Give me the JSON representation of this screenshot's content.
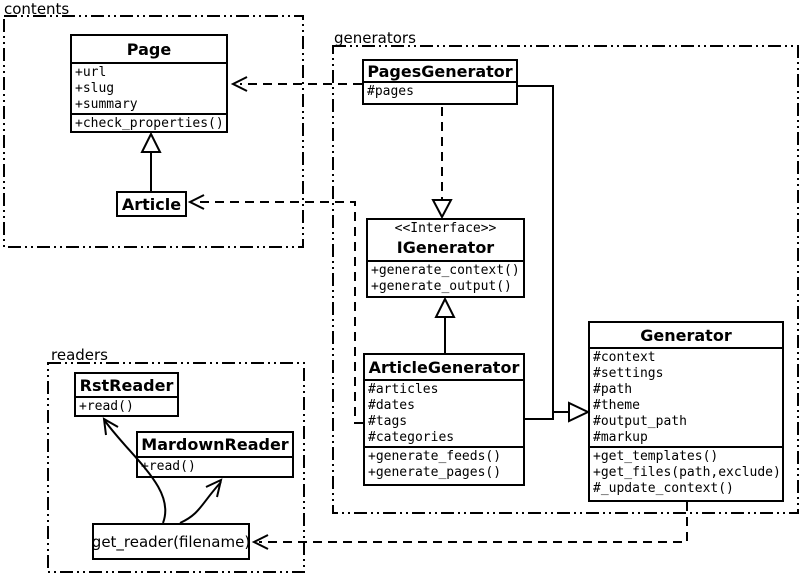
{
  "diagram": {
    "title": "UML class diagram",
    "colors": {
      "line": "#000000",
      "background": "#ffffff"
    },
    "packages": [
      {
        "label": "contents"
      },
      {
        "label": "generators"
      },
      {
        "label": "readers"
      }
    ],
    "classes": {
      "page": {
        "title": "Page",
        "attributes": [
          "+url",
          "+slug",
          "+summary"
        ],
        "methods": [
          "+check_properties()"
        ]
      },
      "article": {
        "title": "Article"
      },
      "pages_generator": {
        "title": "PagesGenerator",
        "attributes": [
          "#pages"
        ]
      },
      "igenerator": {
        "stereotype": "<<Interface>>",
        "title": "IGenerator",
        "methods": [
          "+generate_context()",
          "+generate_output()"
        ]
      },
      "article_generator": {
        "title": "ArticleGenerator",
        "attributes": [
          "#articles",
          "#dates",
          "#tags",
          "#categories"
        ],
        "methods": [
          "+generate_feeds()",
          "+generate_pages()"
        ]
      },
      "generator": {
        "title": "Generator",
        "attributes": [
          "#context",
          "#settings",
          "#path",
          "#theme",
          "#output_path",
          "#markup"
        ],
        "methods": [
          "+get_templates()",
          "+get_files(path,exclude)",
          "#_update_context()"
        ]
      },
      "rst_reader": {
        "title": "RstReader",
        "methods": [
          "+read()"
        ]
      },
      "mardown_reader": {
        "title": "MardownReader",
        "methods": [
          "+read()"
        ]
      },
      "get_reader": {
        "label": "get_reader(filename)"
      }
    }
  }
}
